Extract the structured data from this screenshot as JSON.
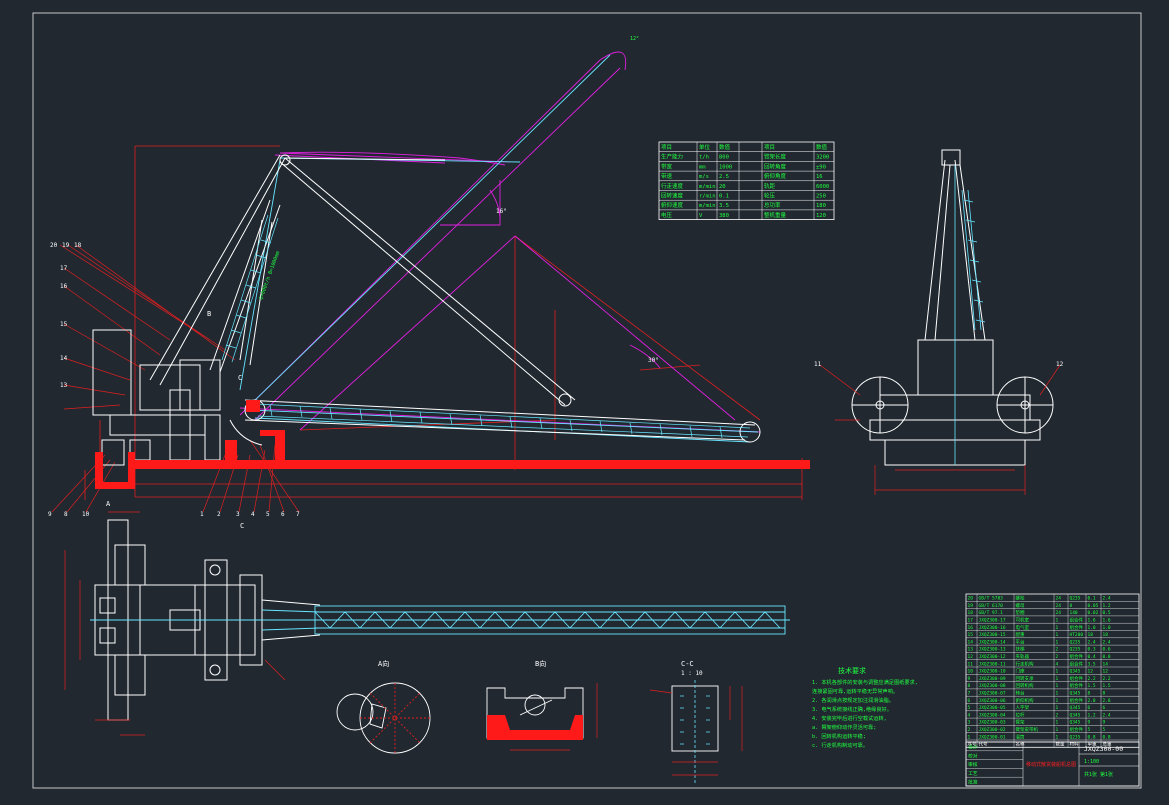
{
  "colors": {
    "background": "#212830",
    "frame": "#c8c8c8",
    "structure": "#ffffff",
    "conveyor": "#66e6ff",
    "dimension": "#e02020",
    "fill_red": "#ff1a1a",
    "swing": "#e020e0",
    "text_green": "#20ff40",
    "table_green": "#20ff40",
    "title_red": "#ff2020"
  },
  "labels": {
    "top_dim": "12°",
    "angle_a": "30°",
    "angle_b": "16°",
    "section_a": "A",
    "section_b": "B",
    "section_c": "C",
    "section_c2": "C",
    "view_cc": "C-C",
    "view_cc_scale": "1 : 10",
    "view_a": "A向",
    "view_b": "B向",
    "part_11": "11",
    "part_12": "12"
  },
  "balloons_left": [
    "20",
    "19",
    "18",
    "17",
    "16",
    "15",
    "14",
    "13"
  ],
  "balloons_bottom": [
    "9",
    "8",
    "10",
    "1",
    "2",
    "3",
    "4",
    "5",
    "6",
    "7"
  ],
  "notes": {
    "title": "技术要求",
    "lines": [
      "1. 本机各部件的安装与调整应满足图纸要求,",
      "   连接紧固可靠,运转平稳无异常声响。",
      "2. 各润滑点按规定加注润滑油脂。",
      "3. 电气系统接线正确,绝缘良好。",
      "4. 安装完毕后进行空载试运转,",
      "   a. 臂架俯仰动作灵活可靠;",
      "   b. 回转机构运转平稳;",
      "   c. 行走机构制动可靠。"
    ]
  },
  "spec_table": {
    "rows": [
      [
        "项目",
        "单位",
        "数值",
        "项目",
        "数值"
      ],
      [
        "生产能力",
        "t/h",
        "800",
        "臂架长度",
        "3200"
      ],
      [
        "带宽",
        "mm",
        "1000",
        "回转角度",
        "±90"
      ],
      [
        "带速",
        "m/s",
        "2.5",
        "俯仰角度",
        "16"
      ],
      [
        "行走速度",
        "m/min",
        "20",
        "轨距",
        "6000"
      ],
      [
        "回转速度",
        "r/min",
        "0.1",
        "轮压",
        "250"
      ],
      [
        "俯仰速度",
        "m/min",
        "3.5",
        "总功率",
        "180"
      ],
      [
        "电压",
        "V",
        "380",
        "整机重量",
        "120"
      ]
    ]
  },
  "parts_list": {
    "rows": [
      [
        "20",
        "GB/T 5783",
        "螺栓",
        "24",
        "Q235",
        "0.1",
        "2.4"
      ],
      [
        "19",
        "GB/T 6170",
        "螺母",
        "24",
        "8",
        "0.05",
        "1.2"
      ],
      [
        "18",
        "GB/T 97.1",
        "垫圈",
        "24",
        "140",
        "0.02",
        "0.5"
      ],
      [
        "17",
        "JXQZ300-17",
        "司机室",
        "1",
        "组合件",
        "1.6",
        "1.6"
      ],
      [
        "16",
        "JXQZ300-16",
        "电气室",
        "1",
        "组合件",
        "1.0",
        "1.0"
      ],
      [
        "15",
        "JXQZ300-15",
        "配重",
        "1",
        "HT200",
        "18",
        "18"
      ],
      [
        "14",
        "JXQZ300-14",
        "平台",
        "1",
        "Q235",
        "2.4",
        "2.4"
      ],
      [
        "13",
        "JXQZ300-13",
        "扶梯",
        "2",
        "Q235",
        "0.3",
        "0.6"
      ],
      [
        "12",
        "JXQZ300-12",
        "夹轨器",
        "2",
        "组合件",
        "0.4",
        "0.8"
      ],
      [
        "11",
        "JXQZ300-11",
        "行走机构",
        "4",
        "组合件",
        "3.5",
        "14"
      ],
      [
        "10",
        "JXQZ300-10",
        "门座",
        "1",
        "Q345",
        "12",
        "12"
      ],
      [
        "9",
        "JXQZ300-09",
        "回转支承",
        "1",
        "组合件",
        "2.2",
        "2.2"
      ],
      [
        "8",
        "JXQZ300-08",
        "回转机构",
        "1",
        "组合件",
        "1.5",
        "1.5"
      ],
      [
        "7",
        "JXQZ300-07",
        "转台",
        "1",
        "Q345",
        "8",
        "8"
      ],
      [
        "6",
        "JXQZ300-06",
        "俯仰机构",
        "1",
        "组合件",
        "2.8",
        "2.8"
      ],
      [
        "5",
        "JXQZ300-05",
        "人字架",
        "1",
        "Q345",
        "6",
        "6"
      ],
      [
        "4",
        "JXQZ300-04",
        "拉杆",
        "2",
        "Q345",
        "1.2",
        "2.4"
      ],
      [
        "3",
        "JXQZ300-03",
        "臂架",
        "1",
        "Q345",
        "9",
        "9"
      ],
      [
        "2",
        "JXQZ300-02",
        "臂架皮带机",
        "1",
        "组合件",
        "5",
        "5"
      ],
      [
        "1",
        "JXQZ300-01",
        "溜筒",
        "1",
        "Q235",
        "0.8",
        "0.8"
      ]
    ],
    "header": [
      "序号",
      "代号",
      "名称",
      "数量",
      "材料",
      "单重",
      "总重"
    ]
  },
  "title_block": {
    "drawing_no": "JXQZ300-00",
    "title": "移动式散货装船机总图",
    "scale": "1:100",
    "sheet": "共1张 第1张",
    "rows": [
      "设计",
      "校对",
      "审核",
      "工艺",
      "批准"
    ]
  }
}
